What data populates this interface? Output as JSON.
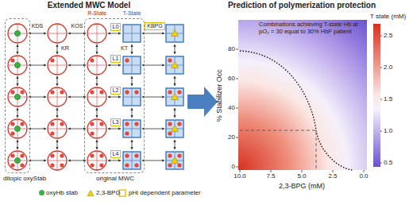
{
  "diagram": {
    "nodes": [
      {
        "text": [
          "ditopic oxyStab"
        ]
      },
      {
        "text": [
          "original MWC"
        ]
      },
      {
        "text": [
          "L0"
        ],
        "in": 1
      },
      {
        "text": [
          "L1"
        ],
        "in": 1
      },
      {
        "text": [
          "L2"
        ],
        "in": 1
      },
      {
        "text": [
          "L3"
        ],
        "in": 1
      },
      {
        "text": [
          "L4"
        ],
        "in": 1
      },
      {
        "text": [
          "KBPG"
        ]
      }
    ],
    "labels": [
      "Extended MWC Model",
      "R-State",
      "T-State",
      "KDS",
      "KOS",
      "KR",
      "KT",
      "Prediction of polymerization protection",
      "Combinations achieving T-state Hb at pO₂ = 30 equal to 30% HbF patient",
      "% Stabilizer Occ",
      "80",
      "60",
      "40",
      "20",
      "0",
      "10.0",
      "7.5",
      "5.0",
      "2.5",
      "0.0",
      "2,3-BPG (mM)",
      "T state (mM)",
      "2.5",
      "2.0",
      "1.5",
      "1.0",
      "0.5"
    ],
    "legend": [
      {
        "text": "oxyHb stab",
        "color": "#3cb043"
      },
      {
        "text": "2,3-BPG"
      },
      {
        "text": "pHi dependent parameter"
      }
    ]
  }
}
